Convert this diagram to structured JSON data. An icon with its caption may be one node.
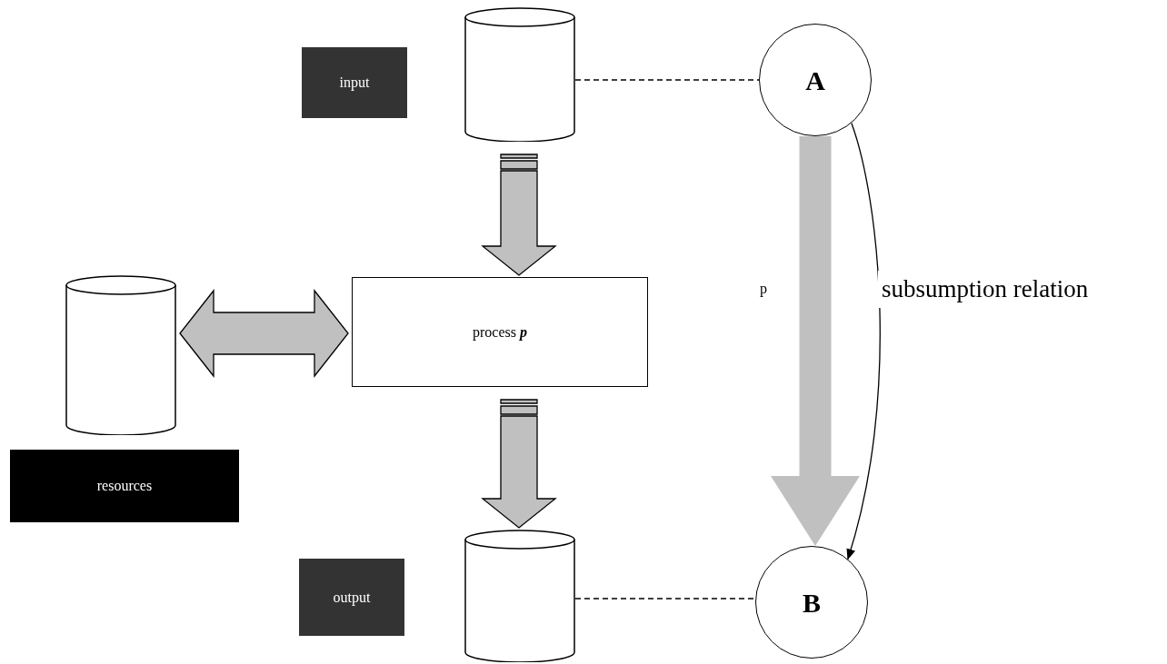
{
  "diagram": {
    "nodes": [
      {
        "text": [
          "input"
        ]
      },
      {
        "text": [],
        "shape": "cylinder"
      },
      {
        "text": [
          "A"
        ]
      },
      {
        "text": [],
        "shape": "cylinder"
      },
      {
        "text": [
          "process **p**"
        ]
      },
      {
        "text": [
          "resources"
        ]
      },
      {
        "text": [
          "output"
        ]
      },
      {
        "text": [],
        "shape": "cylinder"
      },
      {
        "text": [
          "B"
        ]
      }
    ],
    "edges": [
      {
        "from": 1,
        "to": 2,
        "arrow": "none",
        "style": "dashed"
      },
      {
        "from": 1,
        "to": 4,
        "arrow": "to",
        "style": "thick",
        "color": "#c0c0c0"
      },
      {
        "from": 3,
        "to": 4,
        "arrow": "both",
        "style": "thick",
        "color": "#c0c0c0"
      },
      {
        "from": 4,
        "to": 7,
        "arrow": "to",
        "style": "thick",
        "color": "#c0c0c0"
      },
      {
        "from": 7,
        "to": 8,
        "arrow": "none",
        "style": "dashed"
      },
      {
        "from": 2,
        "to": 8,
        "arrow": "to",
        "style": "thick",
        "color": "#c0c0c0",
        "label": "p"
      },
      {
        "from": 2,
        "to": 8,
        "arrow": "to",
        "label": "subsumption relation"
      }
    ]
  }
}
